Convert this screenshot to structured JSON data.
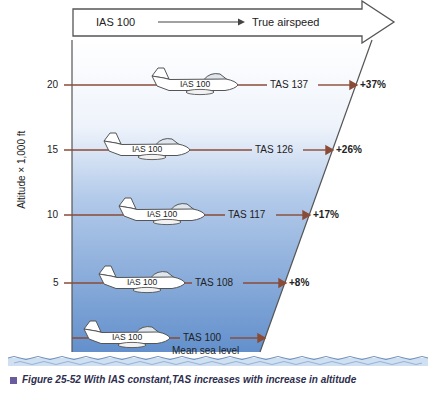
{
  "diagram": {
    "caption": "Figure 25-52 With IAS constant,TAS increases with increase in altitude",
    "nodes": [
      {
        "text": [
          "IAS 100",
          "True airspeed"
        ]
      },
      {
        "text": [
          "IAS 100"
        ]
      },
      {
        "text": [
          "IAS 100"
        ]
      },
      {
        "text": [
          "IAS 100"
        ]
      },
      {
        "text": [
          "IAS 100"
        ]
      },
      {
        "text": [
          "IAS 100"
        ]
      }
    ],
    "labels": [
      "Altitude × 1,000 ft",
      "20",
      "TAS 137",
      "+37%",
      "15",
      "TAS 126",
      "+26%",
      "10",
      "TAS 117",
      "+17%",
      "5",
      "TAS 108",
      "+8%",
      "TAS 100",
      "Mean sea level"
    ]
  }
}
